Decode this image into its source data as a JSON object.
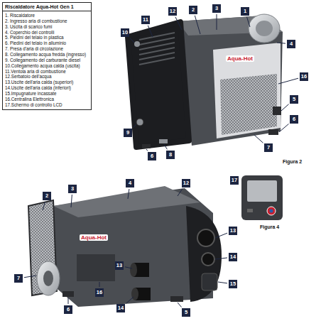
{
  "diagram": {
    "title": "Riscaldatore Aqua-Hot Gen 1",
    "labels": [
      "1. Riscaldatore",
      "2. Ingresso aria di combustione",
      "3. Uscita di scarico fumi",
      "4. Coperchio dei controlli",
      "5. Piedini del telaio in plastica",
      "6. Piedini del telaio in alluminio",
      "7. Presa d'aria di circolazione",
      "8. Collegamento acqua fredda (ingresso)",
      "9. Collegamento del carburante diesel",
      "10.Collegamento acqua calda (uscita)",
      "11.Ventola aria di combustione",
      "12.Serbatoio dell'acqua",
      "13.Uscite dell'aria calda (superiori)",
      "14.Uscite dell'aria calda (inferiori)",
      "15.Impugnature incassate",
      "16.Centralina Elettronica",
      "17.Schermo di controllo LCD",
      "1",
      "2",
      "3",
      "4",
      "5",
      "6",
      "7",
      "8",
      "9",
      "10",
      "11",
      "12",
      "16",
      "6",
      "Aqua-Hot",
      "Figura 2",
      "17",
      "Figura 4",
      "2",
      "3",
      "4",
      "12",
      "13",
      "14",
      "15",
      "13",
      "16",
      "14",
      "5",
      "6",
      "7",
      "Aqua-Hot"
    ]
  }
}
